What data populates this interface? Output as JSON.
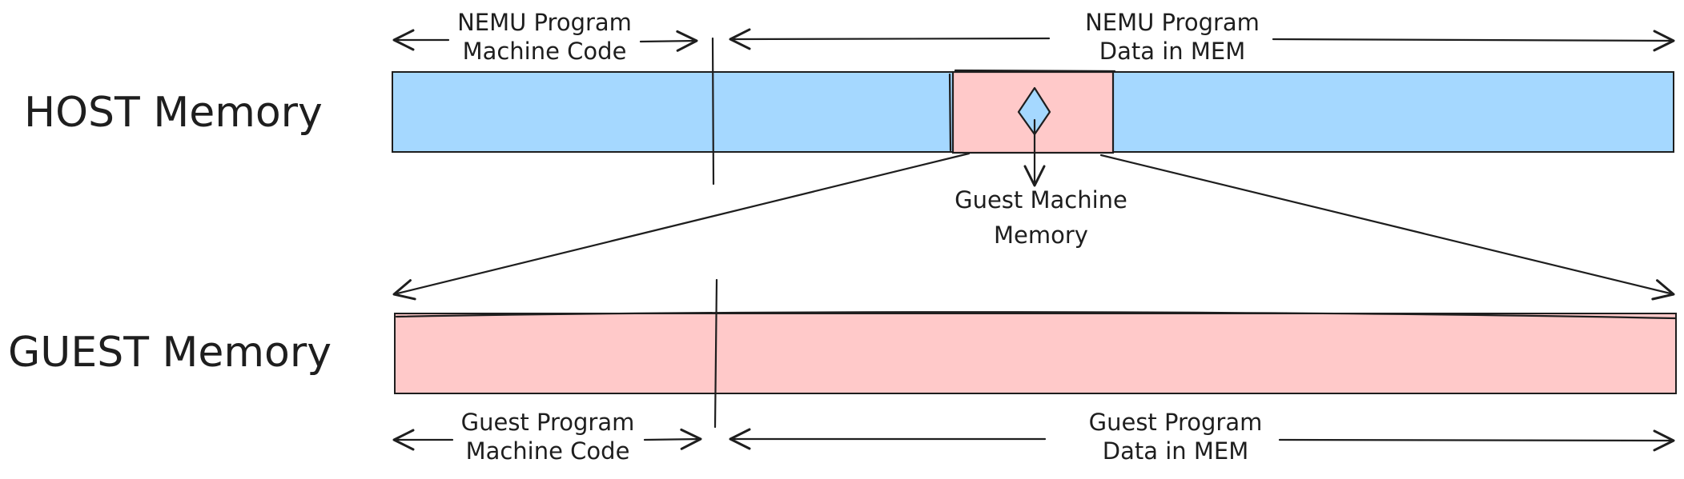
{
  "labels": {
    "host_memory": "HOST Memory",
    "guest_memory": "GUEST Memory",
    "nemu_code_line1": "NEMU Program",
    "nemu_code_line2": "Machine Code",
    "nemu_data_line1": "NEMU Program",
    "nemu_data_line2": "Data in MEM",
    "guest_machine_line1": "Guest Machine",
    "guest_machine_line2": "Memory",
    "guest_code_line1": "Guest Program",
    "guest_code_line2": "Machine Code",
    "guest_data_line1": "Guest Program",
    "guest_data_line2": "Data in MEM"
  },
  "colors": {
    "host_fill": "#a5d8ff",
    "guest_fill": "#ffc9c9",
    "stroke": "#1e1e1e",
    "marker_fill": "#a5d8ff"
  }
}
